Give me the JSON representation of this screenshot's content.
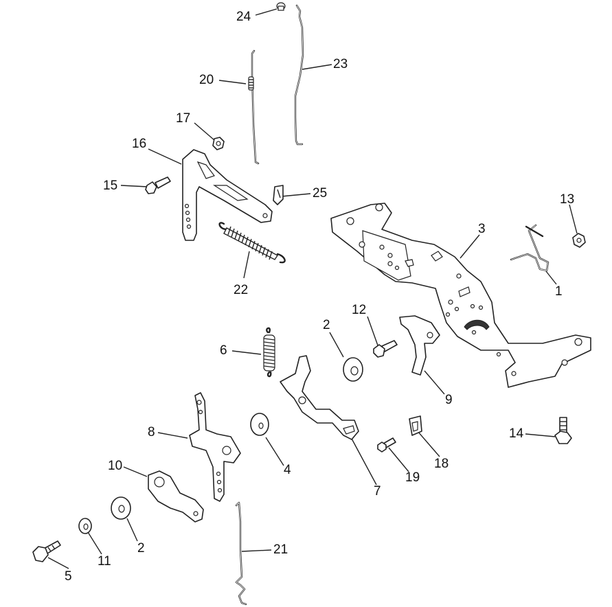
{
  "diagram": {
    "callouts": [
      {
        "id": "c24a",
        "text": "24"
      },
      {
        "id": "c23",
        "text": "23"
      },
      {
        "id": "c20",
        "text": "20"
      },
      {
        "id": "c17",
        "text": "17"
      },
      {
        "id": "c16",
        "text": "16"
      },
      {
        "id": "c15",
        "text": "15"
      },
      {
        "id": "c25",
        "text": "25"
      },
      {
        "id": "c13",
        "text": "13"
      },
      {
        "id": "c3",
        "text": "3"
      },
      {
        "id": "c1",
        "text": "1"
      },
      {
        "id": "c22",
        "text": "22"
      },
      {
        "id": "c12",
        "text": "12"
      },
      {
        "id": "c2a",
        "text": "2"
      },
      {
        "id": "c6",
        "text": "6"
      },
      {
        "id": "c9",
        "text": "9"
      },
      {
        "id": "c8",
        "text": "8"
      },
      {
        "id": "c4",
        "text": "4"
      },
      {
        "id": "c14",
        "text": "14"
      },
      {
        "id": "c18",
        "text": "18"
      },
      {
        "id": "c10",
        "text": "10"
      },
      {
        "id": "c19",
        "text": "19"
      },
      {
        "id": "c7",
        "text": "7"
      },
      {
        "id": "c2b",
        "text": "2"
      },
      {
        "id": "c21",
        "text": "21"
      },
      {
        "id": "c11",
        "text": "11"
      },
      {
        "id": "c5",
        "text": "5"
      }
    ]
  }
}
